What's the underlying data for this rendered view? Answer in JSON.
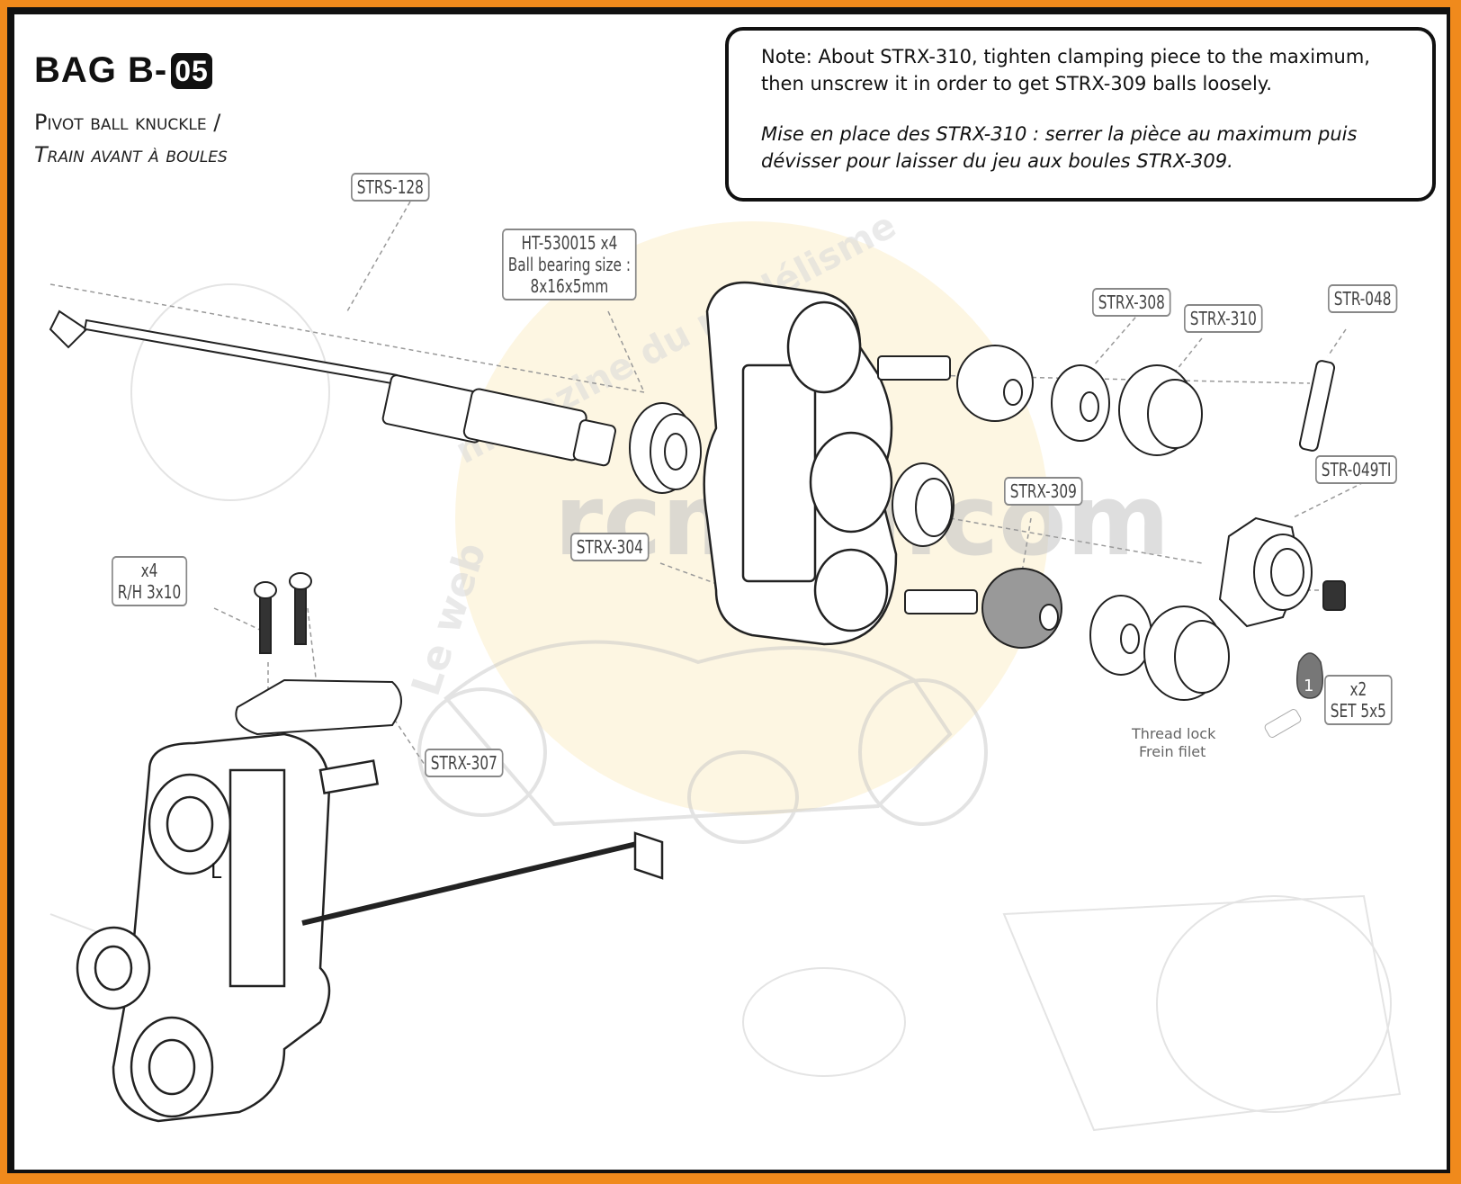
{
  "title": {
    "prefix": "BAG B-",
    "number": "05",
    "subtitle_en": "Pivot ball knuckle /",
    "subtitle_fr": "Train avant à boules"
  },
  "note": {
    "en": "Note: About STRX-310, tighten clamping piece to the maximum, then unscrew it in order to get STRX-309 balls loosely.",
    "fr": "Mise en place des STRX-310 : serrer la pièce au maximum puis dévisser pour laisser du jeu aux boules STRX-309."
  },
  "parts": {
    "strs128": "STRS-128",
    "bearing": "HT-530015 x4\nBall bearing size :\n8x16x5mm",
    "strx308": "STRX-308",
    "strx310": "STRX-310",
    "str048": "STR-048",
    "str049ti": "STR-049TI",
    "strx309": "STRX-309",
    "strx304": "STRX-304",
    "screws": "x4\nR/H 3x10",
    "strx307": "STRX-307",
    "setscrew": "x2\nSET 5x5"
  },
  "thread_lock": {
    "step": "1",
    "en": "Thread lock",
    "fr": "Frein filet"
  },
  "watermark": {
    "top": "magazine du modélisme",
    "left": "Le web",
    "brand": "rcmag.com"
  },
  "colors": {
    "border": "#f08a1c",
    "ink": "#111111",
    "label_border": "#888888",
    "watermark": "#f4c95a"
  }
}
